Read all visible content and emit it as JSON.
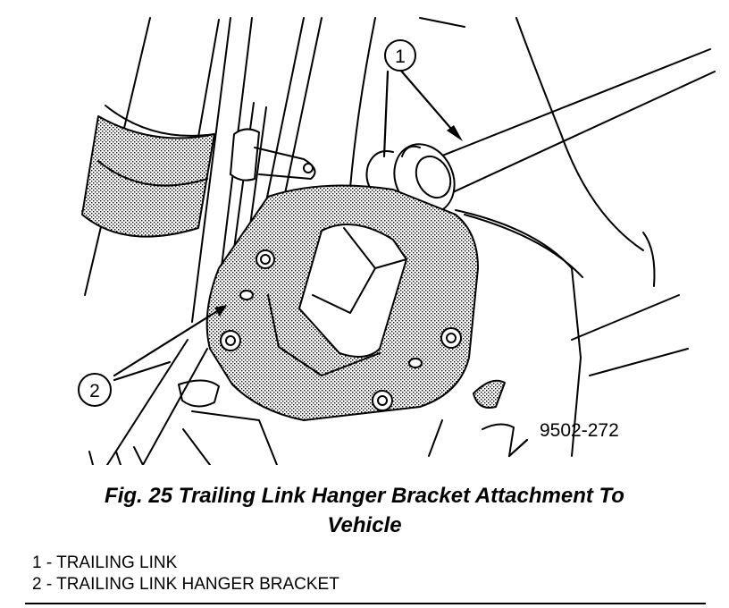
{
  "figure": {
    "callouts": [
      "1",
      "2"
    ],
    "drawing_code": "9502-272"
  },
  "caption": {
    "line1": "Fig. 25 Trailing Link Hanger Bracket Attachment To",
    "line2": "Vehicle"
  },
  "legend": [
    "1 - TRAILING LINK",
    "2 - TRAILING LINK HANGER BRACKET"
  ]
}
